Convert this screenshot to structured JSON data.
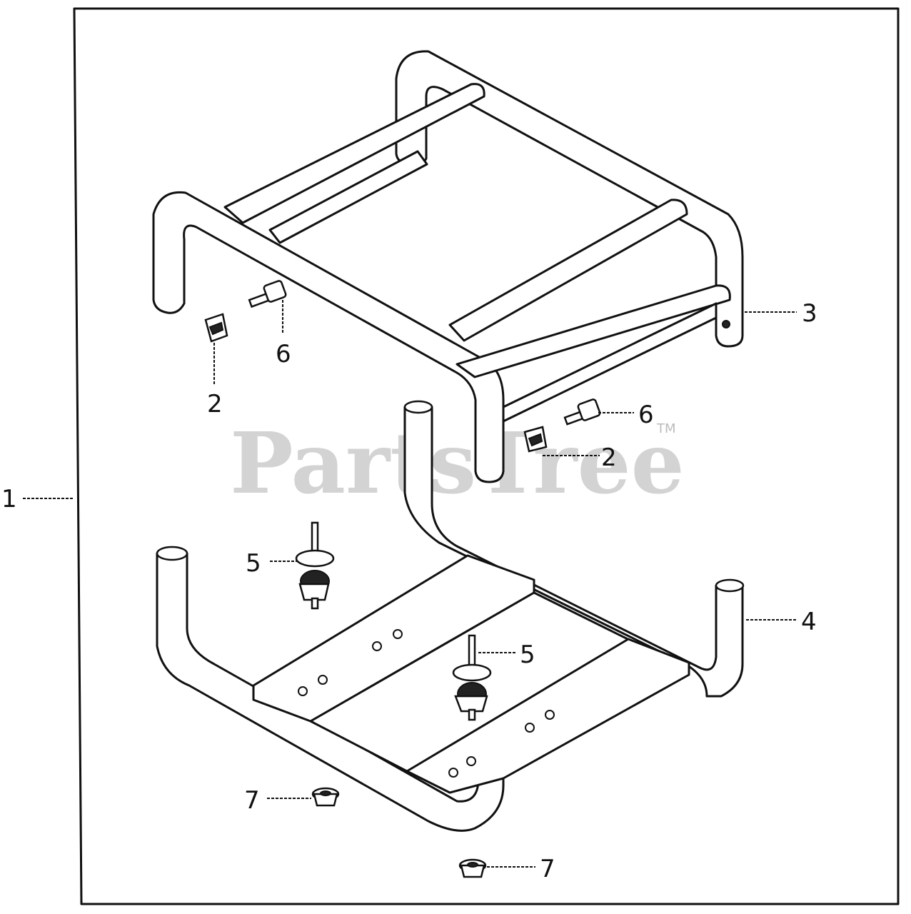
{
  "watermark": {
    "text": "PartsTree",
    "trademark": "TM"
  },
  "callouts": {
    "frame_assembly": "1",
    "clip_left": "2",
    "clip_right": "2",
    "upper_frame": "3",
    "lower_frame": "4",
    "mount_left": "5",
    "mount_right": "5",
    "bolt_left": "6",
    "bolt_right": "6",
    "nut_left": "7",
    "nut_right": "7"
  }
}
